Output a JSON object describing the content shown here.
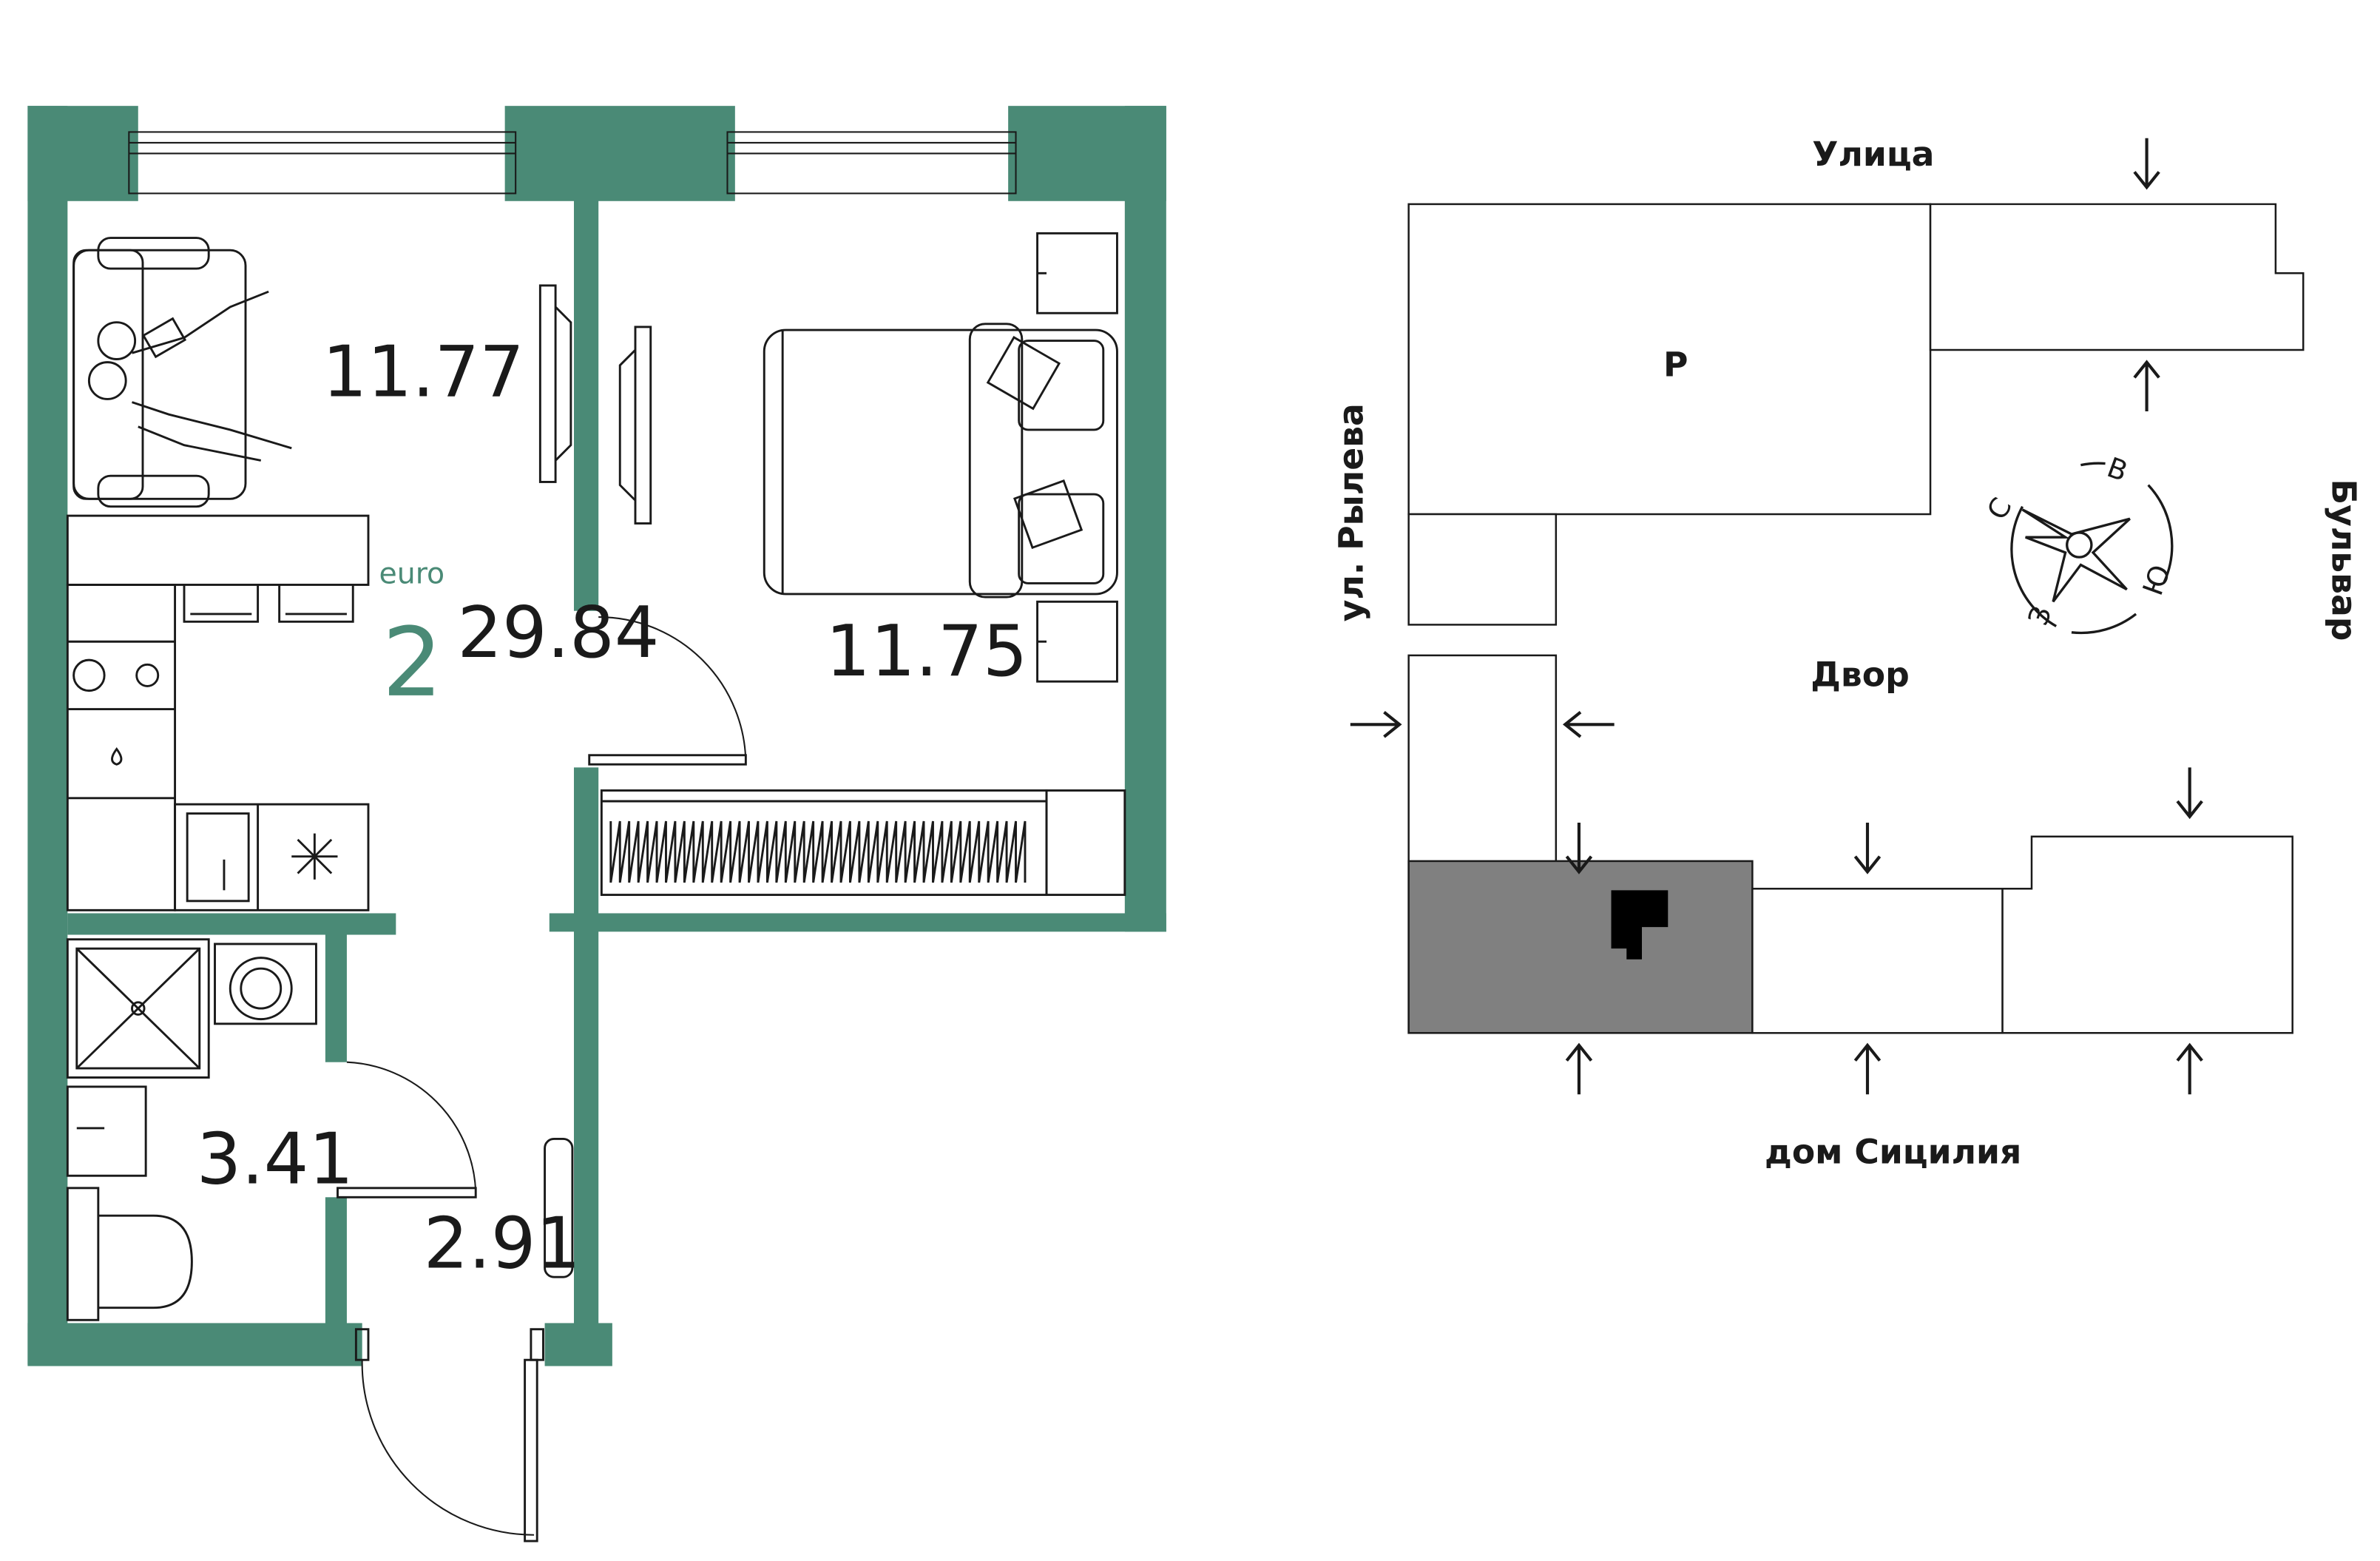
{
  "colors": {
    "wall": "#4a8a76",
    "line": "#1a1a1a",
    "apartment_block": "#808080"
  },
  "apartment": {
    "type_label": "euro",
    "rooms": "2",
    "total_area": "29.84",
    "living_room_area": "11.77",
    "bedroom_area": "11.75",
    "bathroom_area": "3.41",
    "hallway_area": "2.91"
  },
  "site_plan": {
    "street_top": "Улица",
    "street_left": "ул. Рылева",
    "street_right": "Бульвар",
    "courtyard": "Двор",
    "building_letter": "Р",
    "neighbor_bottom": "дом Сицилия",
    "compass": {
      "north": "С",
      "east": "В",
      "south": "Ю",
      "west": "З"
    }
  }
}
